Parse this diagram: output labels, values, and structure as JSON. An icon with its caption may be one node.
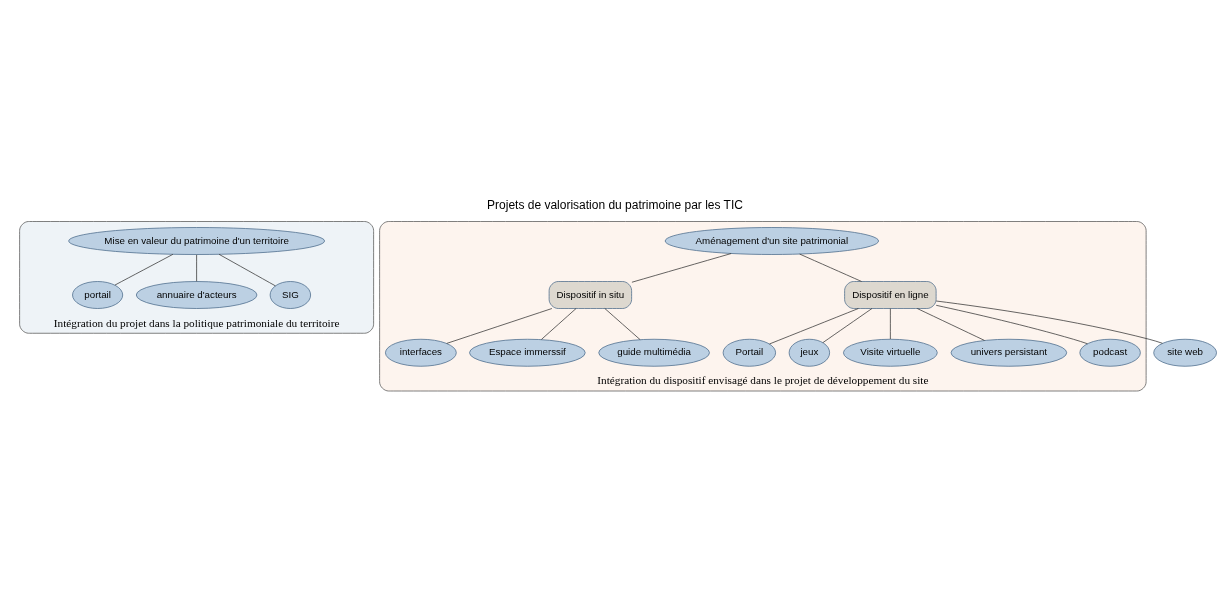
{
  "diagram": {
    "title": "Projets de valorisation du patrimoine par les TIC",
    "nodes": [
      {
        "text": [
          "Intégration du projet dans la politique patrimoniale du territoire"
        ]
      },
      {
        "text": [
          "Mise en valeur du patrimoine d'un territoire"
        ],
        "in": 0
      },
      {
        "text": [
          "annuaire d'acteurs"
        ],
        "in": 0
      },
      {
        "text": [
          "SIG"
        ],
        "in": 0
      },
      {
        "text": [
          "portail"
        ],
        "in": 0
      },
      {
        "text": [
          "Intégration du dispositif envisagé dans le projet de développement du site"
        ]
      },
      {
        "text": [
          "Aménagement d'un site patrimonial"
        ],
        "in": 5
      },
      {
        "text": [
          "Dispositif en ligne"
        ],
        "in": 5
      },
      {
        "text": [
          "Dispositif in situ"
        ],
        "in": 5
      },
      {
        "text": [
          "site web"
        ]
      },
      {
        "text": [
          "Portail"
        ],
        "in": 5
      },
      {
        "text": [
          "jeux"
        ],
        "in": 5
      },
      {
        "text": [
          "Visite virtuelle"
        ],
        "in": 5
      },
      {
        "text": [
          "univers persistant"
        ],
        "in": 5
      },
      {
        "text": [
          "podcast"
        ],
        "in": 5
      },
      {
        "text": [
          "Espace immerssif"
        ],
        "in": 5
      },
      {
        "text": [
          "guide multimédia"
        ],
        "in": 5
      },
      {
        "text": [
          "interfaces"
        ],
        "in": 5
      }
    ],
    "edges": [
      {
        "from": 1,
        "to": 2,
        "arrow": "none"
      },
      {
        "from": 1,
        "to": 3,
        "arrow": "none"
      },
      {
        "from": 1,
        "to": 4,
        "arrow": "none"
      },
      {
        "from": 6,
        "to": 7,
        "arrow": "none"
      },
      {
        "from": 6,
        "to": 8,
        "arrow": "none"
      },
      {
        "from": 7,
        "to": 9,
        "arrow": "none"
      },
      {
        "from": 7,
        "to": 10,
        "arrow": "none"
      },
      {
        "from": 7,
        "to": 11,
        "arrow": "none"
      },
      {
        "from": 7,
        "to": 12,
        "arrow": "none"
      },
      {
        "from": 7,
        "to": 13,
        "arrow": "none"
      },
      {
        "from": 7,
        "to": 14,
        "arrow": "none"
      },
      {
        "from": 8,
        "to": 15,
        "arrow": "none"
      },
      {
        "from": 8,
        "to": 16,
        "arrow": "none"
      },
      {
        "from": 8,
        "to": 17,
        "arrow": "none"
      }
    ]
  }
}
